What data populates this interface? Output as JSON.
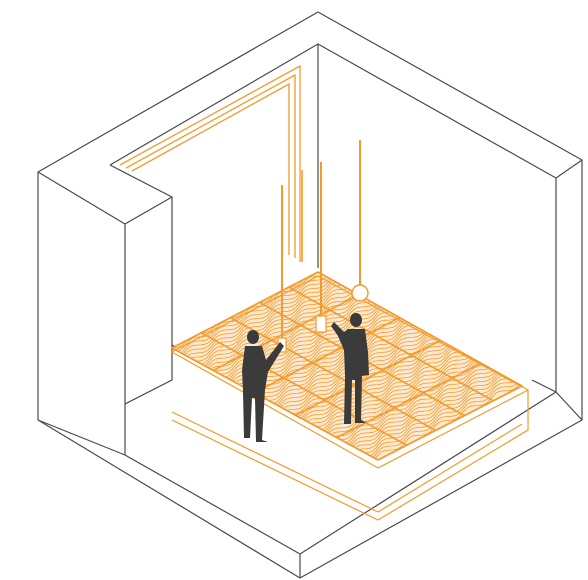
{
  "diagram": {
    "kind": "isometric-room-cutaway",
    "colors": {
      "outline": "#4a4a4a",
      "accent": "#f39a2b",
      "figure": "#3b3b3b",
      "background": "#ffffff"
    },
    "floor_grid": {
      "rows": 5,
      "cols": 5
    },
    "pendant_lights": 4,
    "people": 2
  }
}
